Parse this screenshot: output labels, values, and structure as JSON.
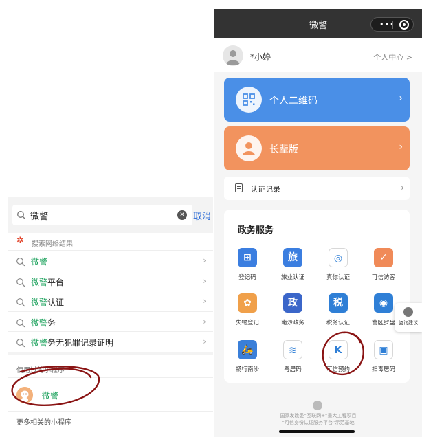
{
  "left": {
    "search": {
      "query": "微警",
      "cancel_label": "取消"
    },
    "network_results_label": "搜索网络结果",
    "suggestions": [
      {
        "highlight": "微警",
        "rest": ""
      },
      {
        "highlight": "微警",
        "rest": "平台"
      },
      {
        "highlight": "微警",
        "rest": "认证"
      },
      {
        "highlight": "微警",
        "rest": "务"
      },
      {
        "highlight": "微警",
        "rest": "务无犯罪记录证明"
      }
    ],
    "used_miniprograms_label": "使用过的小程序",
    "miniprogram_name": "微警",
    "more_label": "更多相关的小程序"
  },
  "right": {
    "title": "微警",
    "user": {
      "name": "*小婷",
      "center_label": "个人中心 >"
    },
    "qr_card_label": "个人二维码",
    "elder_card_label": "长辈版",
    "auth_record_label": "认证记录",
    "services_title": "政务服务",
    "services": [
      {
        "label": "登记码",
        "icon": "register-code-icon",
        "color": "#3b7ee0",
        "glyph": "⊞"
      },
      {
        "label": "旅业认证",
        "icon": "hotel-auth-icon",
        "color": "#3b7ee0",
        "glyph": "旅"
      },
      {
        "label": "真你认证",
        "icon": "real-you-auth-icon",
        "color": "#ffffff",
        "glyph": "◎"
      },
      {
        "label": "可信访客",
        "icon": "trusted-visitor-icon",
        "color": "#f08a58",
        "glyph": "✓"
      },
      {
        "label": "失物登记",
        "icon": "lost-item-icon",
        "color": "#f0a04a",
        "glyph": "✿"
      },
      {
        "label": "南沙政务",
        "icon": "nansha-gov-icon",
        "color": "#3b66c9",
        "glyph": "政"
      },
      {
        "label": "税务认证",
        "icon": "tax-auth-icon",
        "color": "#2f7fd6",
        "glyph": "税"
      },
      {
        "label": "警区罗盘",
        "icon": "police-compass-icon",
        "color": "#2f7fd6",
        "glyph": "◉"
      },
      {
        "label": "畅行南沙",
        "icon": "nansha-transit-icon",
        "color": "#3a7fd9",
        "glyph": "🛵"
      },
      {
        "label": "粤居码",
        "icon": "yue-residence-icon",
        "color": "#ffffff",
        "glyph": "≋"
      },
      {
        "label": "可信预约",
        "icon": "trusted-booking-icon",
        "color": "#ffffff",
        "glyph": "K"
      },
      {
        "label": "扫毒居码",
        "icon": "scan-residence-icon",
        "color": "#ffffff",
        "glyph": "▣"
      }
    ],
    "feedback_label": "咨询建议",
    "footer_line1": "国家发改委“互联网+”重大工程项目",
    "footer_line2": "“可信身份认证服务平台”示范基地"
  }
}
